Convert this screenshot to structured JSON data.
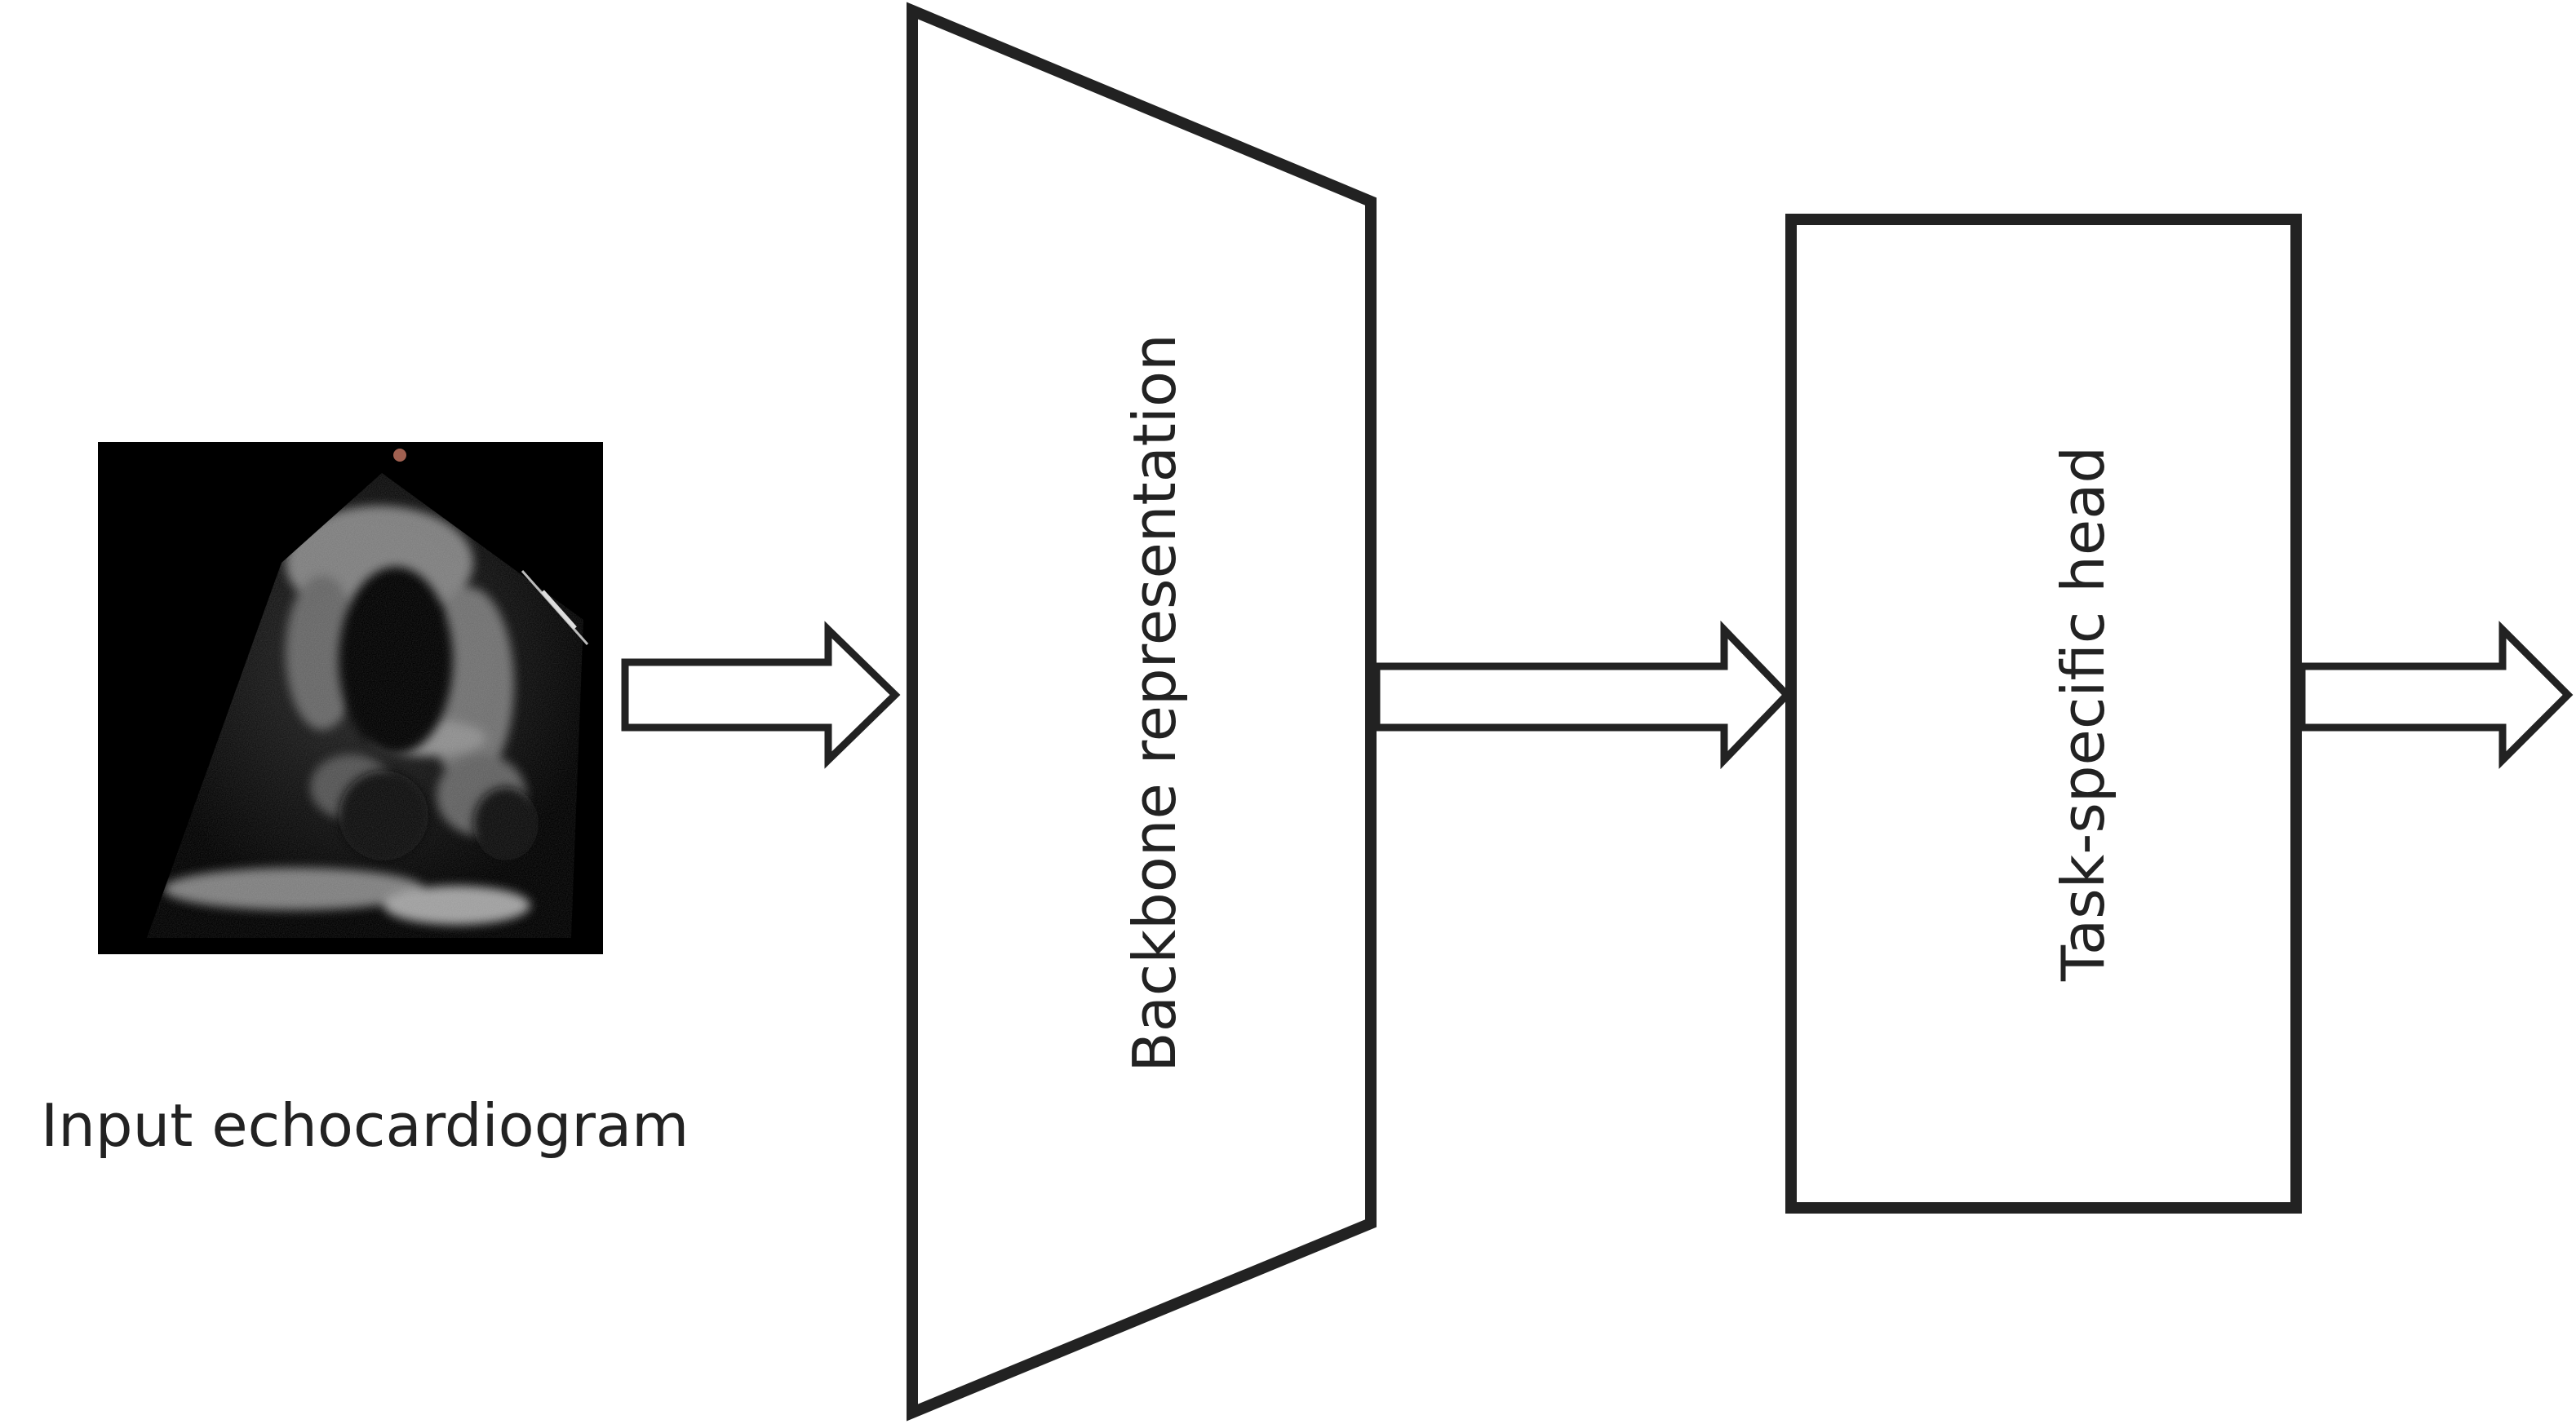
{
  "figure": {
    "input_label": "Input echocardiogram",
    "backbone_label": "Backbone representation",
    "head_label": "Task-specific head"
  },
  "colors": {
    "stroke": "#222222",
    "background": "#ffffff",
    "echo_background": "#000000"
  }
}
